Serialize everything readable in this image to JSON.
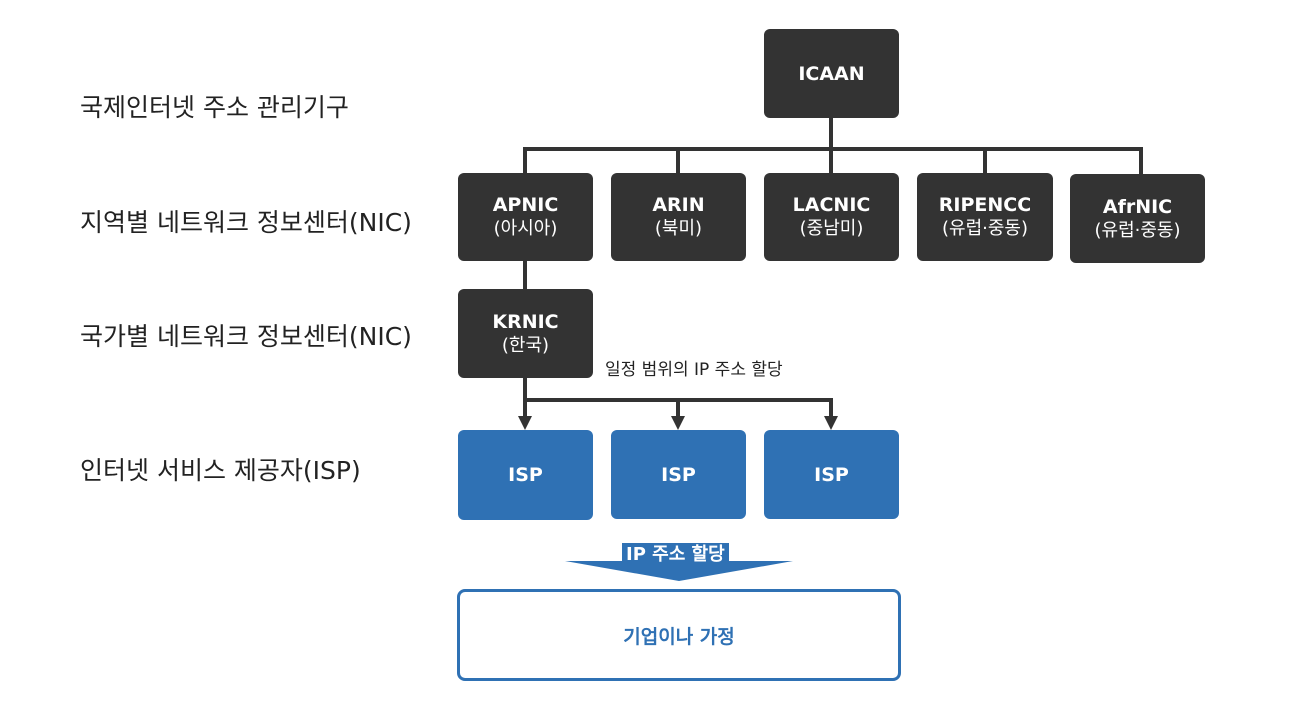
{
  "levels": {
    "international": "국제인터넷 주소 관리기구",
    "regional": "지역별 네트워크 정보센터(NIC)",
    "national": "국가별 네트워크 정보센터(NIC)",
    "isp": "인터넷 서비스 제공자(ISP)"
  },
  "root": {
    "name": "ICAAN"
  },
  "regional_nics": [
    {
      "name": "APNIC",
      "region": "(아시아)"
    },
    {
      "name": "ARIN",
      "region": "(북미)"
    },
    {
      "name": "LACNIC",
      "region": "(중남미)"
    },
    {
      "name": "RIPENCC",
      "region": "(유럽·중동)"
    },
    {
      "name": "AfrNIC",
      "region": "(유럽·중동)"
    }
  ],
  "national_nic": {
    "name": "KRNIC",
    "region": "(한국)"
  },
  "range_note": "일정 범위의 IP 주소 할당",
  "isps": [
    "ISP",
    "ISP",
    "ISP"
  ],
  "ip_alloc_label": "IP 주소 할당",
  "end_user": "기업이나 가정",
  "colors": {
    "dark_node": "#333333",
    "isp_blue": "#2f71b4",
    "text": "#222222"
  }
}
